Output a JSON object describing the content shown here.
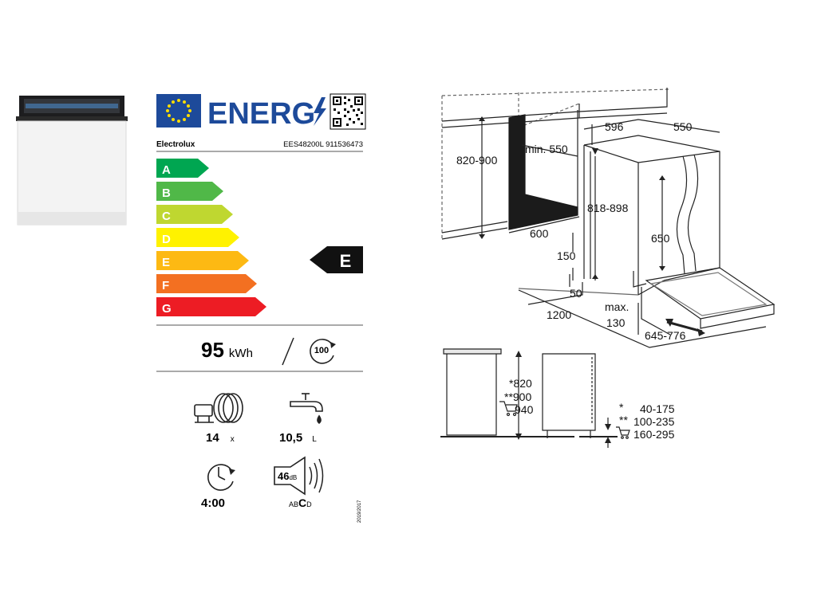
{
  "label": {
    "energy_word": "ENERG",
    "brand": "Electrolux",
    "model": "EES48200L 911536473",
    "classes": [
      {
        "letter": "A",
        "color": "#00a651"
      },
      {
        "letter": "B",
        "color": "#50b848"
      },
      {
        "letter": "C",
        "color": "#bfd730"
      },
      {
        "letter": "D",
        "color": "#fff200"
      },
      {
        "letter": "E",
        "color": "#fdb913"
      },
      {
        "letter": "F",
        "color": "#f37021"
      },
      {
        "letter": "G",
        "color": "#ed1c24"
      }
    ],
    "rating": "E",
    "energy_value": "95",
    "energy_unit": "kWh",
    "cycles": "100",
    "place_settings": "14",
    "place_settings_unit": "x",
    "water_value": "10,5",
    "water_unit": "L",
    "duration": "4:00",
    "noise_value": "46",
    "noise_unit": "dB",
    "noise_classes": "ABCD",
    "regulation": "2019/2017",
    "eu_blue": "#1d4a9a",
    "eu_star": "#ffdd00"
  },
  "diagram": {
    "dims": {
      "height_range": "820-900",
      "min_depth": "min. 550",
      "width": "596",
      "depth": "550",
      "niche_width": "600",
      "body_height": "818-898",
      "door_height": "650",
      "plinth": "150",
      "gap": "50",
      "door_open": "1200",
      "max_label": "max.",
      "max_value": "130",
      "door_slide": "645-776"
    },
    "side": {
      "h1": "*820",
      "h2": "**900",
      "h3": "940",
      "row1_mark": "*",
      "row1_value": "40-175",
      "row2_mark": "**",
      "row2_value": "100-235",
      "row3_value": "160-295"
    }
  }
}
